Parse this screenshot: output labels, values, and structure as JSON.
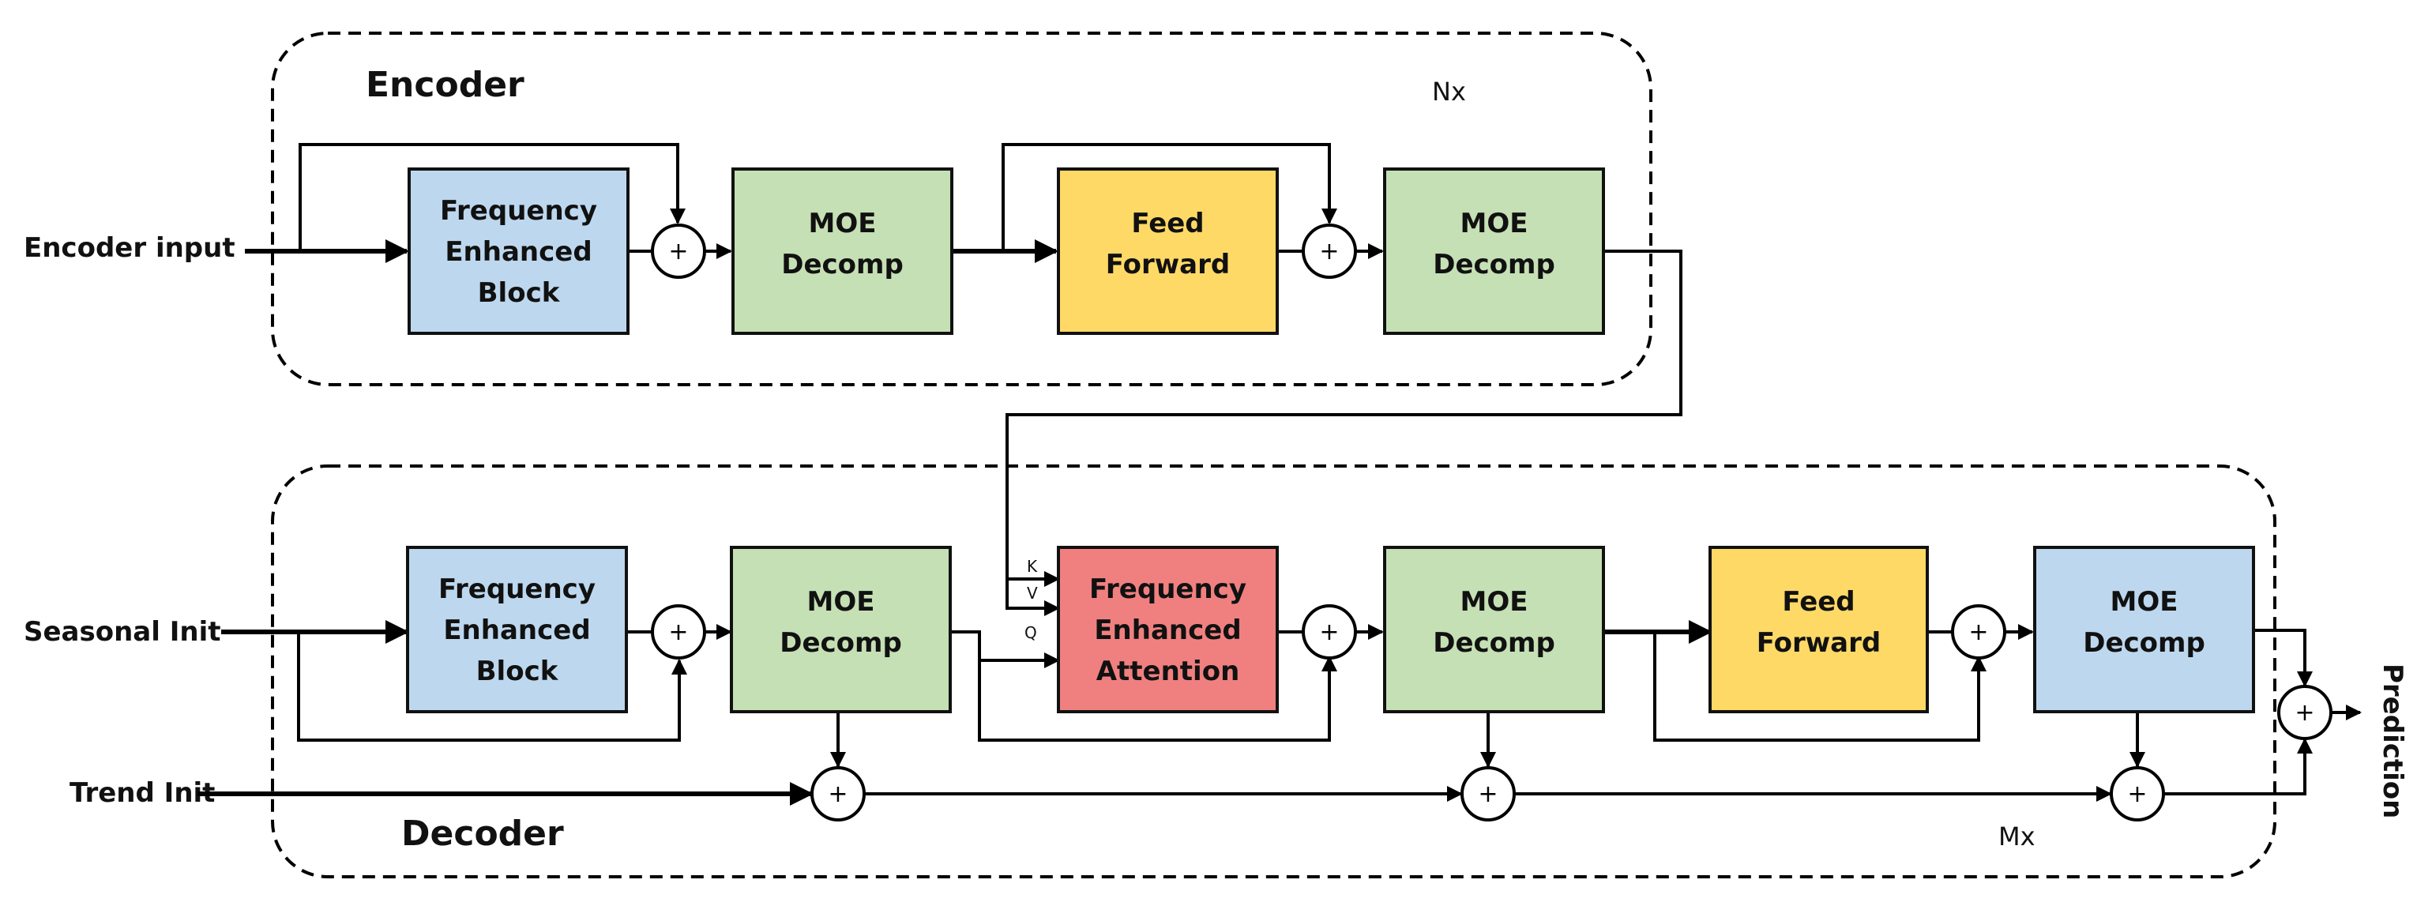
{
  "colors": {
    "frequency_enhanced_block": "#BDD7EE",
    "moe_decomp": "#C5E0B4",
    "feed_forward": "#FFD966",
    "frequency_enhanced_attention": "#F08080",
    "decoder_final_moe_decomp": "#BDD7EE"
  },
  "encoder": {
    "title": "Encoder",
    "repeat": "Nx",
    "input_label": "Encoder input",
    "blocks": [
      {
        "id": "enc-feb",
        "lines": [
          "Frequency",
          "Enhanced",
          "Block"
        ],
        "color_key": "frequency_enhanced_block"
      },
      {
        "id": "enc-moe1",
        "lines": [
          "MOE",
          "Decomp"
        ],
        "color_key": "moe_decomp"
      },
      {
        "id": "enc-ff",
        "lines": [
          "Feed",
          "Forward"
        ],
        "color_key": "feed_forward"
      },
      {
        "id": "enc-moe2",
        "lines": [
          "MOE",
          "Decomp"
        ],
        "color_key": "moe_decomp"
      }
    ]
  },
  "decoder": {
    "title": "Decoder",
    "repeat": "Mx",
    "seasonal_label": "Seasonal Init",
    "trend_label": "Trend Init",
    "output_label": "Prediction",
    "port_labels": {
      "k": "K",
      "v": "V",
      "q": "Q"
    },
    "blocks": [
      {
        "id": "dec-feb",
        "lines": [
          "Frequency",
          "Enhanced",
          "Block"
        ],
        "color_key": "frequency_enhanced_block"
      },
      {
        "id": "dec-moe1",
        "lines": [
          "MOE",
          "Decomp"
        ],
        "color_key": "moe_decomp"
      },
      {
        "id": "dec-fea",
        "lines": [
          "Frequency",
          "Enhanced",
          "Attention"
        ],
        "color_key": "frequency_enhanced_attention"
      },
      {
        "id": "dec-moe2",
        "lines": [
          "MOE",
          "Decomp"
        ],
        "color_key": "moe_decomp"
      },
      {
        "id": "dec-ff",
        "lines": [
          "Feed",
          "Forward"
        ],
        "color_key": "feed_forward"
      },
      {
        "id": "dec-moe3",
        "lines": [
          "MOE",
          "Decomp"
        ],
        "color_key": "decoder_final_moe_decomp"
      }
    ]
  },
  "sum_symbol": "+"
}
